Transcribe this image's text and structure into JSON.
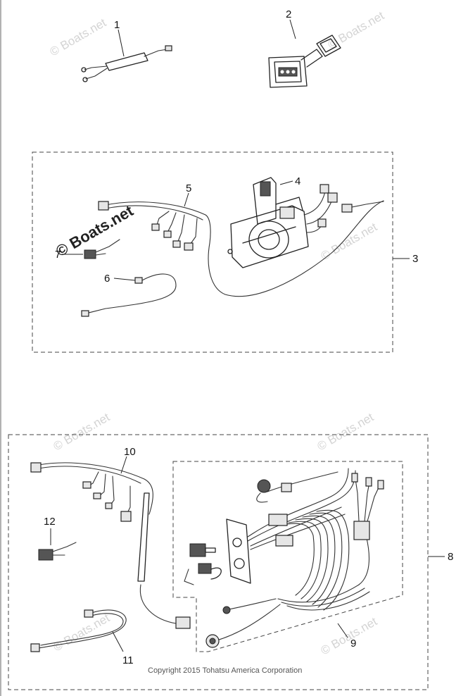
{
  "watermark": "© Boats.net",
  "copyright": "Copyright 2015 Tohatsu America Corporation",
  "callouts": {
    "c1": "1",
    "c2": "2",
    "c3": "3",
    "c4": "4",
    "c5": "5",
    "c6": "6",
    "c7": "7",
    "c8": "8",
    "c9": "9",
    "c10": "10",
    "c11": "11",
    "c12": "12"
  }
}
